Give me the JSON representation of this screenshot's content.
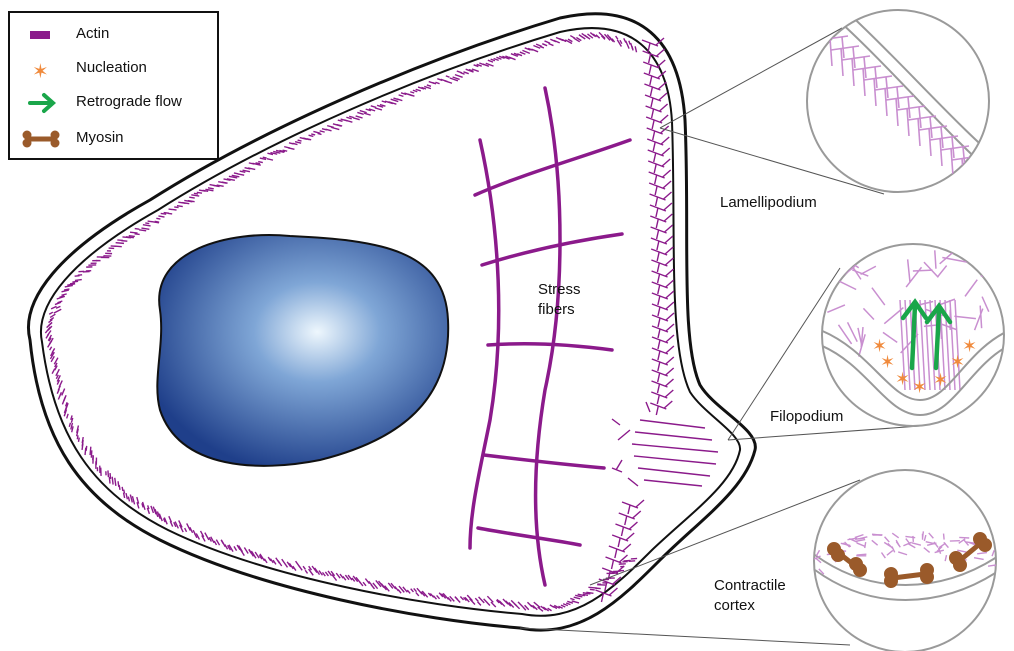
{
  "legend": {
    "items": [
      {
        "label": "Actin",
        "icon": "actin-swatch-icon"
      },
      {
        "label": "Nucleation",
        "icon": "nucleation-star-icon"
      },
      {
        "label": "Retrograde flow",
        "icon": "retrograde-arrow-icon"
      },
      {
        "label": "Myosin",
        "icon": "myosin-dumbbell-icon"
      }
    ]
  },
  "labels": {
    "stress_fibers_line1": "Stress",
    "stress_fibers_line2": "fibers",
    "lamellipodium": "Lamellipodium",
    "filopodium": "Filopodium",
    "contractile_line1": "Contractile",
    "contractile_line2": "cortex"
  },
  "colors": {
    "actin": "#8b1a8b",
    "actin_light": "#c98fd0",
    "nucleation": "#f08a3c",
    "retrograde": "#1aa64a",
    "myosin": "#9a5a2a",
    "nucleus_center": "#e8f4fc",
    "nucleus_edge": "#1f3f8a",
    "outline": "#111111",
    "zoom_outline": "#9a9a9a"
  }
}
